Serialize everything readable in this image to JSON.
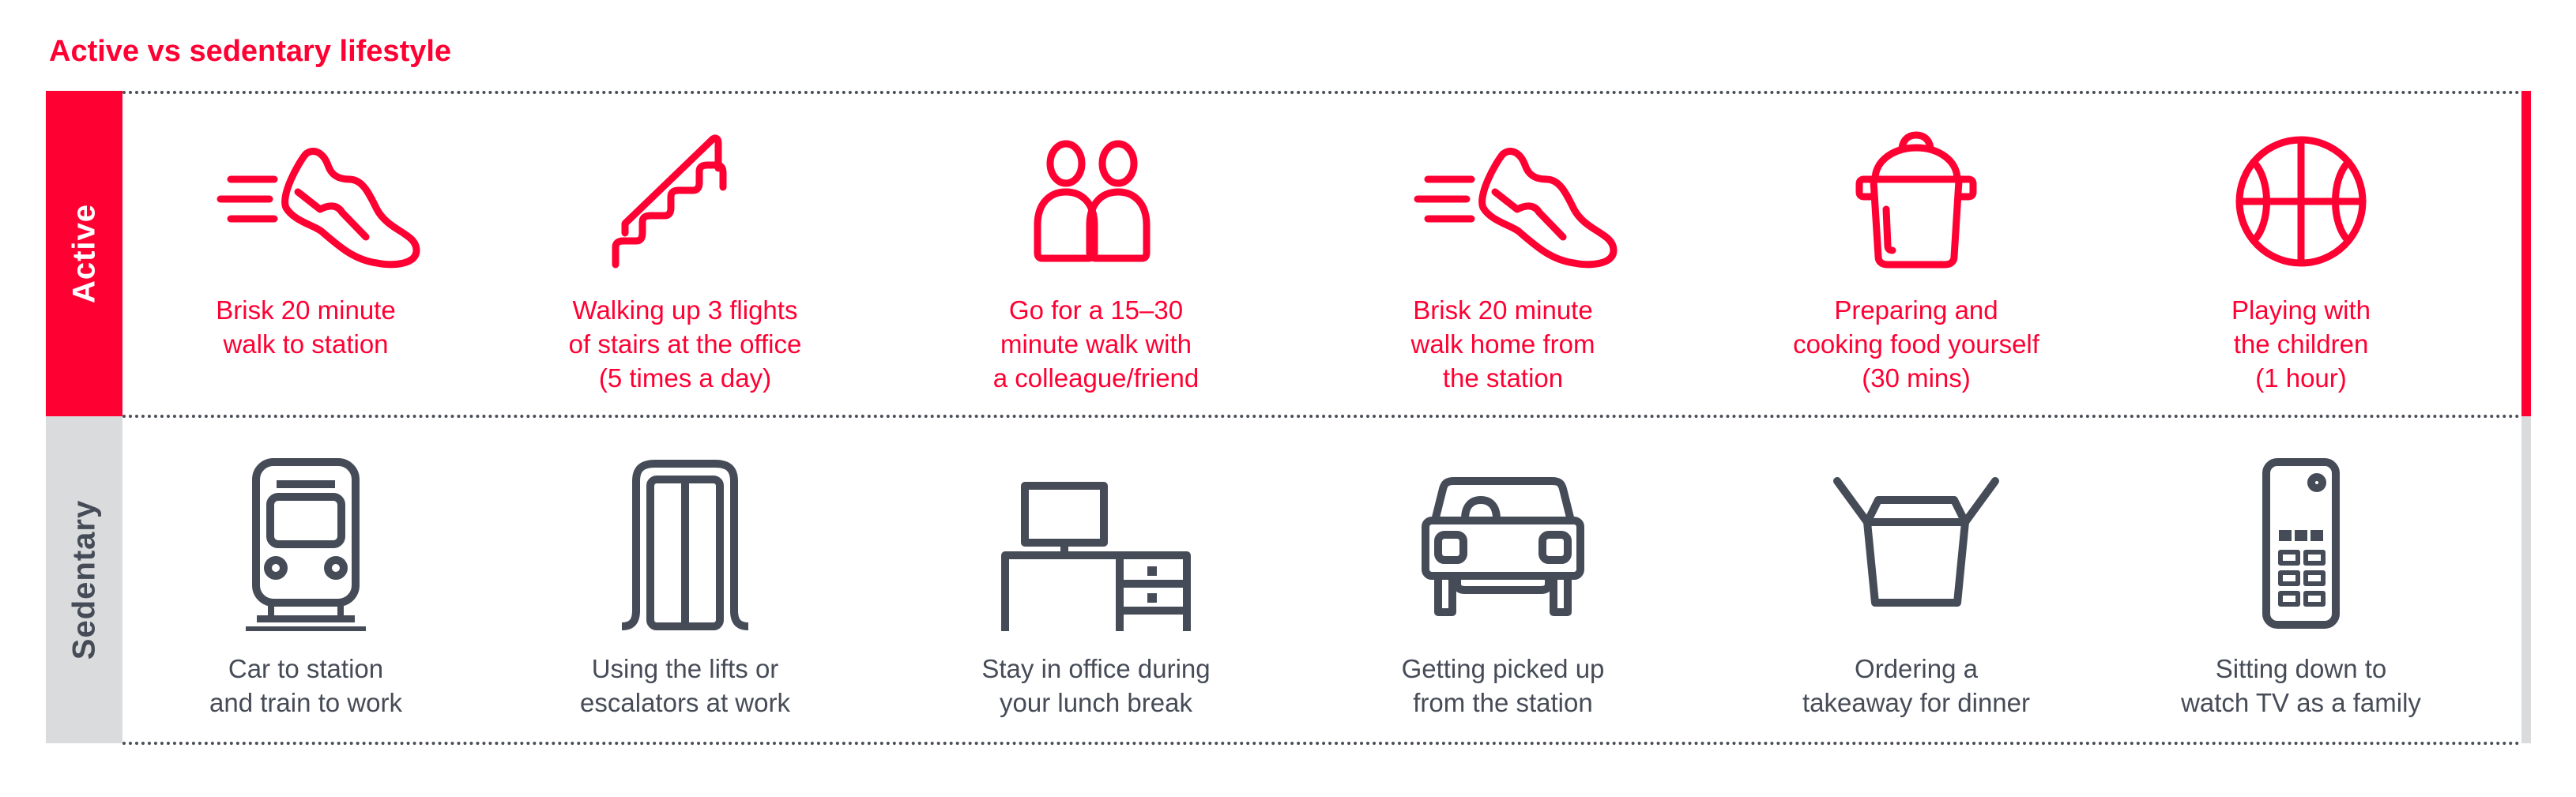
{
  "title": "Active vs sedentary lifestyle",
  "colors": {
    "active": "#FF0033",
    "sedentary_text": "#464C57",
    "sedentary_band": "#DADBDD"
  },
  "rows": {
    "active": {
      "label": "Active",
      "items": [
        {
          "icon": "running-shoe-icon",
          "lines": [
            "Brisk 20 minute",
            "walk to station"
          ]
        },
        {
          "icon": "stairs-icon",
          "lines": [
            "Walking up 3 flights",
            "of stairs at the office",
            "(5 times a day)"
          ]
        },
        {
          "icon": "two-people-icon",
          "lines": [
            "Go for a 15–30",
            "minute walk with",
            "a colleague/friend"
          ]
        },
        {
          "icon": "running-shoe-icon",
          "lines": [
            "Brisk 20 minute",
            "walk home from",
            "the station"
          ]
        },
        {
          "icon": "cooking-pot-icon",
          "lines": [
            "Preparing and",
            "cooking food yourself",
            "(30 mins)"
          ]
        },
        {
          "icon": "basketball-icon",
          "lines": [
            "Playing with",
            "the children",
            "(1 hour)"
          ]
        }
      ]
    },
    "sedentary": {
      "label": "Sedentary",
      "items": [
        {
          "icon": "train-icon",
          "lines": [
            "Car to station",
            "and train to work"
          ]
        },
        {
          "icon": "lift-icon",
          "lines": [
            "Using the lifts or",
            "escalators at work"
          ]
        },
        {
          "icon": "office-desk-icon",
          "lines": [
            "Stay in office during",
            "your lunch break"
          ]
        },
        {
          "icon": "car-icon",
          "lines": [
            "Getting picked up",
            "from the station"
          ]
        },
        {
          "icon": "takeaway-box-icon",
          "lines": [
            "Ordering a",
            "takeaway for dinner"
          ]
        },
        {
          "icon": "tv-remote-icon",
          "lines": [
            "Sitting down to",
            "watch TV as a family"
          ]
        }
      ]
    }
  }
}
